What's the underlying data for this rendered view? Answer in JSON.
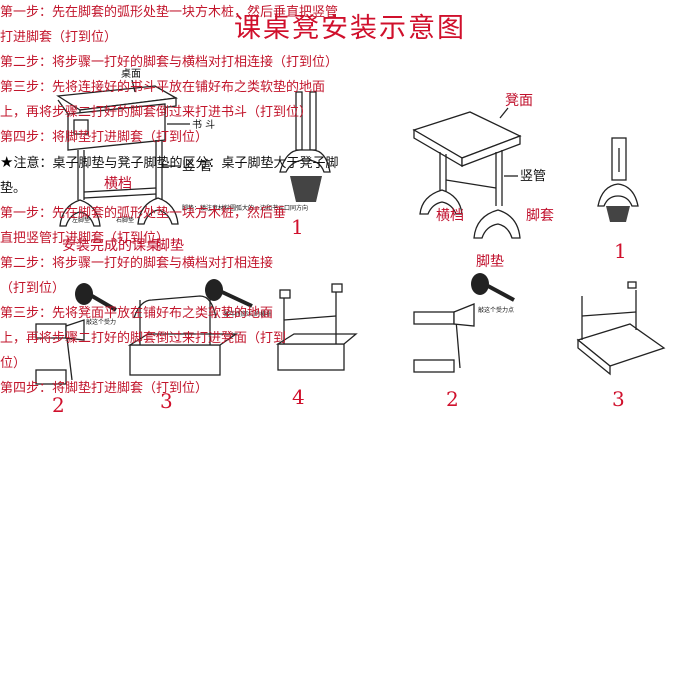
{
  "title": "课桌凳安装示意图",
  "desk": {
    "labels": {
      "top": "桌面",
      "drawer": "书 斗",
      "post": "竖 管",
      "rail": "横档",
      "foot": "脚垫",
      "done": "安装完成的课桌",
      "pad_left": "左脚垫",
      "pad_right": "右脚垫",
      "note": "脚垫：镇注意材料圆弧大的一边和书斗口同方向"
    },
    "small": {
      "hammer1": "敲这个受力",
      "hammer2": "敲中间部位的横档"
    },
    "numbers": [
      "1",
      "2",
      "3",
      "4"
    ]
  },
  "stool": {
    "labels": {
      "top": "凳面",
      "post": "竖管",
      "rail": "横档",
      "sleeve": "脚套",
      "foot": "脚垫"
    },
    "small": {
      "hammer1": "敲这个受力点"
    },
    "numbers": [
      "1",
      "2",
      "3"
    ]
  },
  "left_steps": [
    {
      "label": "第一步：",
      "text": "先在脚套的弧形处垫一块方木桩，然后垂直把竖管打进脚套（打到位）"
    },
    {
      "label": "第二步：",
      "text": "将步骤一打好的脚套与横档对打相连接（打到位）"
    },
    {
      "label": "第三步：",
      "text": "先将连接好的书斗平放在铺好布之类软垫的地面上，再将步骤二打好的脚套倒过来打进书斗（打到位）"
    },
    {
      "label": "第四步：",
      "text": "将脚垫打进脚套（打到位）"
    }
  ],
  "left_note": {
    "star": "★",
    "text": "注意：桌子脚垫与凳子脚垫的区分：桌子脚垫大于凳子脚垫。"
  },
  "right_steps": [
    {
      "label": "第一步：",
      "text": "先在脚套的弧形处垫一块方木桩，然后垂直把竖管打进脚套（打到位）"
    },
    {
      "label": "第二步：",
      "text": "将步骤一打好的脚套与横档对打相连接（打到位）"
    },
    {
      "label": "第三步：",
      "text": "先将凳面平放在铺好布之类软垫的地面上，再将步骤二打好的脚套倒过来打进凳面（打到位）"
    },
    {
      "label": "第四步：",
      "text": "将脚垫打进脚套（打到位）"
    }
  ],
  "colors": {
    "accent": "#d0102c",
    "text": "#c2162c",
    "line": "#222222"
  }
}
